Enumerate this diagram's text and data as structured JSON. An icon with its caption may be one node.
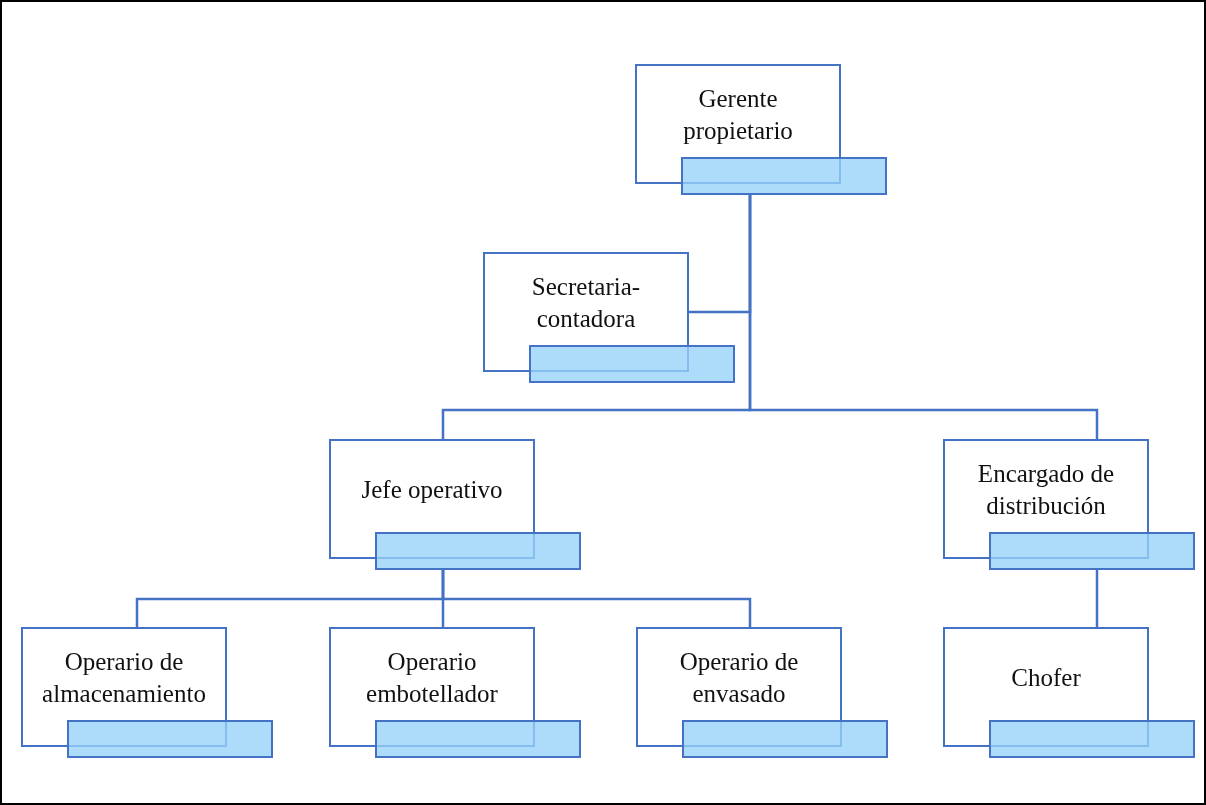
{
  "diagram": {
    "nodes": [
      {
        "text": [
          "Gerente propietario"
        ]
      },
      {
        "text": [
          "Secretaria- contadora"
        ]
      },
      {
        "text": [
          "Jefe operativo"
        ]
      },
      {
        "text": [
          "Encargado de distribución"
        ]
      },
      {
        "text": [
          "Operario de almacenamiento"
        ]
      },
      {
        "text": [
          "Operario embotellador"
        ]
      },
      {
        "text": [
          "Operario de envasado"
        ]
      },
      {
        "text": [
          "Chofer"
        ]
      }
    ],
    "edges": [
      {
        "from": 0,
        "to": 1,
        "arrow": "none"
      },
      {
        "from": 0,
        "to": 2,
        "arrow": "none"
      },
      {
        "from": 0,
        "to": 3,
        "arrow": "none"
      },
      {
        "from": 2,
        "to": 4,
        "arrow": "none"
      },
      {
        "from": 2,
        "to": 5,
        "arrow": "none"
      },
      {
        "from": 2,
        "to": 6,
        "arrow": "none"
      },
      {
        "from": 3,
        "to": 7,
        "arrow": "none"
      }
    ]
  }
}
